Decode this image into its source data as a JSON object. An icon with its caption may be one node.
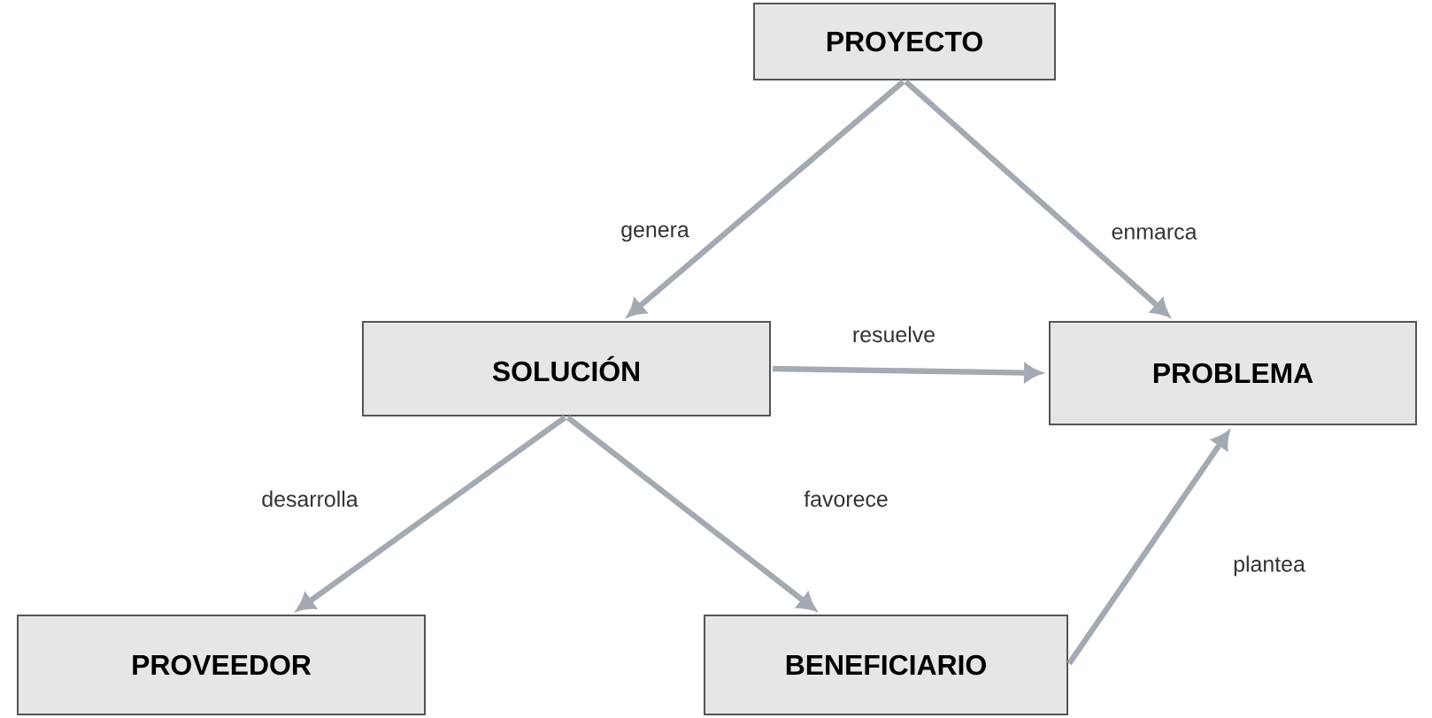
{
  "diagram": {
    "nodes": [
      {
        "text": [
          "PROYECTO"
        ]
      },
      {
        "text": [
          "SOLUCIÓN"
        ]
      },
      {
        "text": [
          "PROBLEMA"
        ]
      },
      {
        "text": [
          "PROVEEDOR"
        ]
      },
      {
        "text": [
          "BENEFICIARIO"
        ]
      }
    ],
    "edges": [
      {
        "from": 0,
        "to": 1,
        "arrow": "to",
        "label": "genera"
      },
      {
        "from": 0,
        "to": 2,
        "arrow": "to",
        "label": "enmarca"
      },
      {
        "from": 1,
        "to": 2,
        "arrow": "to",
        "label": "resuelve"
      },
      {
        "from": 1,
        "to": 3,
        "arrow": "to",
        "label": "desarrolla"
      },
      {
        "from": 1,
        "to": 4,
        "arrow": "to",
        "label": "favorece"
      },
      {
        "from": 4,
        "to": 2,
        "arrow": "to",
        "label": "plantea"
      }
    ]
  }
}
